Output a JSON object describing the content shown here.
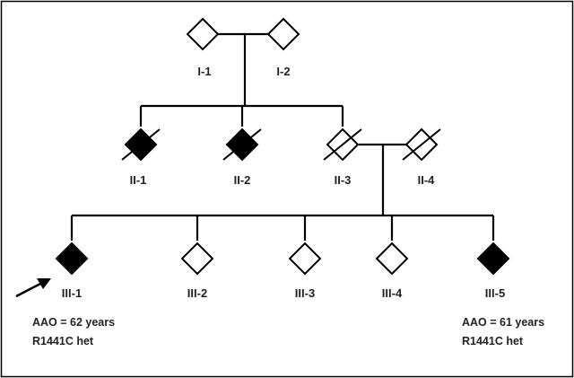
{
  "colors": {
    "line": "#000000",
    "affected_fill": "#000000",
    "unaffected_fill": "#ffffff",
    "text": "#222222",
    "frame": "#000000"
  },
  "legend_symbols": {
    "proband_marker": "arrow-icon",
    "deceased_marker": "slash-icon"
  },
  "individuals": {
    "I1": {
      "label": "I-1",
      "affected": false,
      "deceased": false
    },
    "I2": {
      "label": "I-2",
      "affected": false,
      "deceased": false
    },
    "II1": {
      "label": "II-1",
      "affected": true,
      "deceased": true
    },
    "II2": {
      "label": "II-2",
      "affected": true,
      "deceased": true
    },
    "II3": {
      "label": "II-3",
      "affected": false,
      "deceased": true
    },
    "II4": {
      "label": "II-4",
      "affected": false,
      "deceased": true
    },
    "III1": {
      "label": "III-1",
      "affected": true,
      "deceased": false,
      "proband": true,
      "notes": [
        "AAO = 62 years",
        "R1441C het"
      ]
    },
    "III2": {
      "label": "III-2",
      "affected": false,
      "deceased": false
    },
    "III3": {
      "label": "III-3",
      "affected": false,
      "deceased": false
    },
    "III4": {
      "label": "III-4",
      "affected": false,
      "deceased": false
    },
    "III5": {
      "label": "III-5",
      "affected": true,
      "deceased": false,
      "notes": [
        "AAO = 61 years",
        "R1441C het"
      ]
    }
  }
}
